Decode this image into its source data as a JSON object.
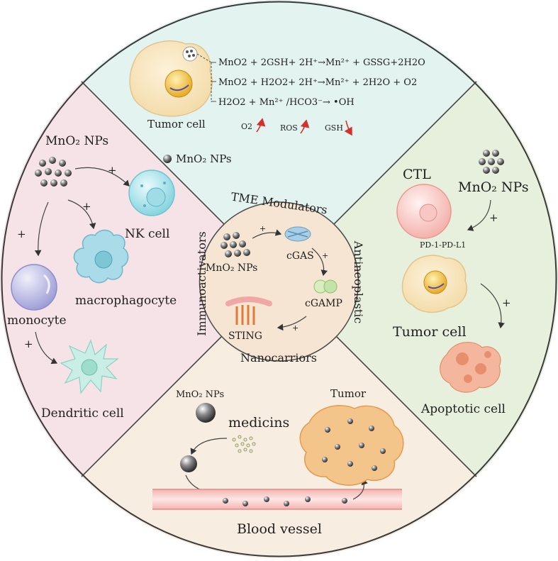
{
  "sections": {
    "tme_modulators": "TME Modulators",
    "immunoactivators": "Immunoactivators",
    "antineoplastic": "Antineoplastic",
    "nanocarriors": "Nanocarriors"
  },
  "top": {
    "equations": [
      "MnO2 + 2GSH+ 2H⁺→Mn²⁺ + GSSG+2H2O",
      "MnO2 + H2O2+ 2H⁺→Mn²⁺ + 2H2O + O2",
      "H2O2 + Mn²⁺ /HCO3⁻→ •OH"
    ],
    "tumor_cell": "Tumor cell",
    "o2": "O2",
    "ros": "ROS",
    "gsh": "GSH",
    "mno2_nps": "MnO₂ NPs"
  },
  "left": {
    "mno2_nps": "MnO₂ NPs",
    "nk_cell": "NK cell",
    "macrophagocyte": "macrophagocyte",
    "monocyte": "monocyte",
    "dendritic_cell": "Dendritic cell",
    "plus": "+"
  },
  "right": {
    "ctl": "CTL",
    "mno2_nps": "MnO₂ NPs",
    "pd": "PD-1-PD-L1",
    "tumor_cell": "Tumor cell",
    "apoptotic_cell": "Apoptotic cell",
    "plus": "+"
  },
  "bottom": {
    "mno2_nps": "MnO₂ NPs",
    "tumor": "Tumor",
    "medicins": "medicins",
    "blood_vessel": "Blood vessel"
  },
  "center": {
    "mno2_nps": "MnO₂ NPs",
    "cgas": "cGAS",
    "cgamp": "cGAMP",
    "sting": "STING",
    "plus": "+"
  },
  "colors": {
    "top_bg": "#e3f3f0",
    "left_bg": "#f6e3e8",
    "right_bg": "#e7f0dc",
    "bottom_bg": "#f7ede0",
    "center_bg": "#f6e5d3",
    "red_arrow": "#d2322c"
  }
}
